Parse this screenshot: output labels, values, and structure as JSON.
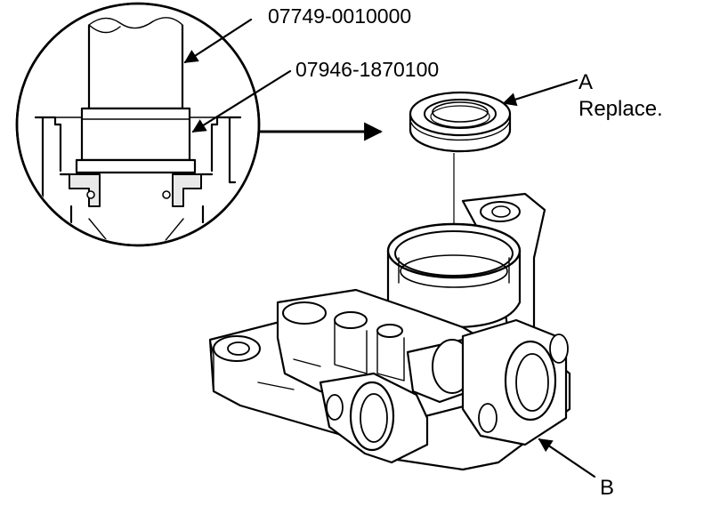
{
  "callouts": {
    "tool_driver": "07749-0010000",
    "tool_attachment": "07946-1870100",
    "seal_letter": "A",
    "seal_note": "Replace.",
    "housing_letter": "B"
  }
}
